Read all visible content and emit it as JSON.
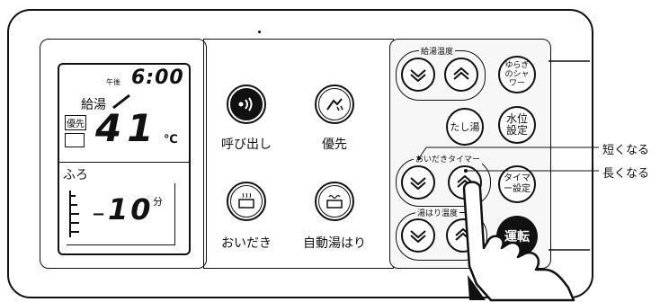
{
  "display": {
    "time_prefix": "午後",
    "time": "6:00",
    "kyuto_label": "給湯",
    "yusen_badge": "優先",
    "temp_value": "41",
    "temp_unit": "℃",
    "furo_label": "ふろ",
    "timer_value": "10",
    "timer_unit": "分"
  },
  "main_buttons": [
    {
      "label": "呼び出し",
      "icon": "call-icon"
    },
    {
      "label": "優先",
      "icon": "priority-tap-icon"
    },
    {
      "label": "おいだき",
      "icon": "reheat-icon"
    },
    {
      "label": "自動湯はり",
      "icon": "auto-fill-icon"
    }
  ],
  "right_panel": {
    "kyuto_ondo_section": "給湯温度",
    "oidaki_timer_section": "おいだきタイマー",
    "yuhari_section": "湯はり温度",
    "yuragi_label": "ゆらぎのシャワー",
    "tashiyu_label": "たし湯",
    "suii_label": "水位設定",
    "timer_set_label": "タイマー設定",
    "unten_label": "運転"
  },
  "annotations": {
    "shorter": "短くなる",
    "longer": "長くなる"
  }
}
